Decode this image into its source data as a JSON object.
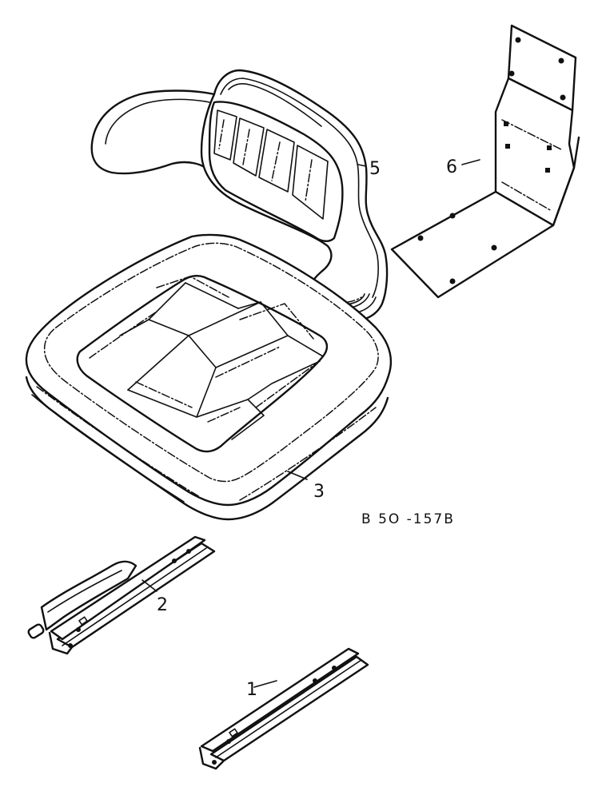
{
  "diagram": {
    "figure_code": "B 5O -157B",
    "callouts": [
      {
        "id": "1",
        "label": "1",
        "part": "seat-slide-rail-plain"
      },
      {
        "id": "2",
        "label": "2",
        "part": "seat-slide-rail-with-lever"
      },
      {
        "id": "3",
        "label": "3",
        "part": "seat-cushion"
      },
      {
        "id": "5",
        "label": "5",
        "part": "backrest"
      },
      {
        "id": "6",
        "label": "6",
        "part": "mounting-bracket"
      }
    ],
    "colors": {
      "ink": "#111111",
      "background": "#ffffff"
    }
  }
}
